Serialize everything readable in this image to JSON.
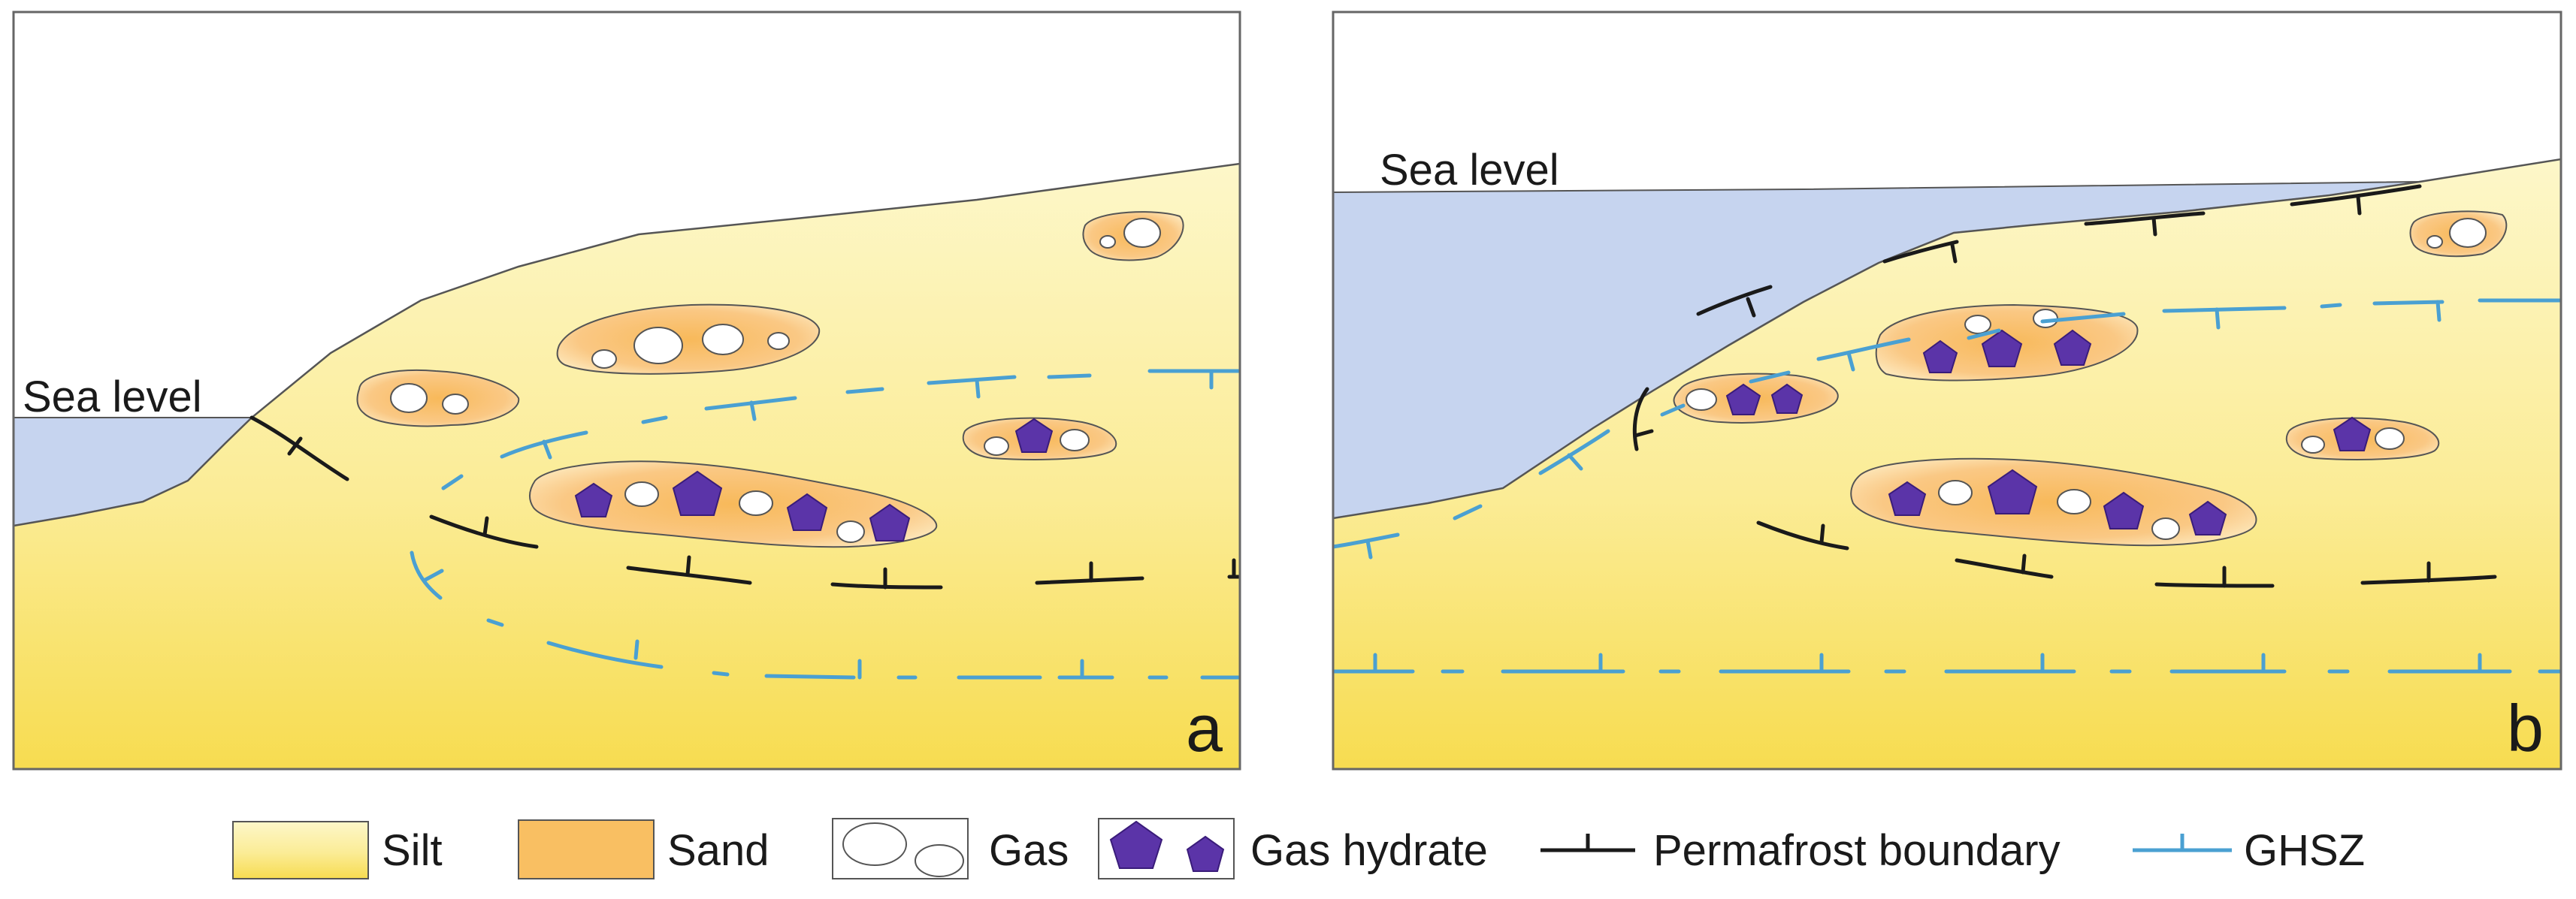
{
  "panels": [
    {
      "id": "a",
      "sea_level_label": "Sea level",
      "letter": "a"
    },
    {
      "id": "b",
      "sea_level_label": "Sea level",
      "letter": "b"
    }
  ],
  "legend": {
    "silt": "Silt",
    "sand": "Sand",
    "gas": "Gas",
    "gas_hydrate": "Gas hydrate",
    "permafrost": "Permafrost boundary",
    "ghsz": "GHSZ"
  },
  "colors": {
    "sea": "#c6d4ef",
    "silt_top": "#fdf7c7",
    "silt_bottom": "#f7df55",
    "sand_edge": "#fde7b8",
    "sand_core": "#f8b95a",
    "hydrate": "#5b34a8",
    "gas": "#ffffff",
    "permafrost": "#1a1a1a",
    "ghsz": "#4aa0d2",
    "outline": "#555555"
  }
}
